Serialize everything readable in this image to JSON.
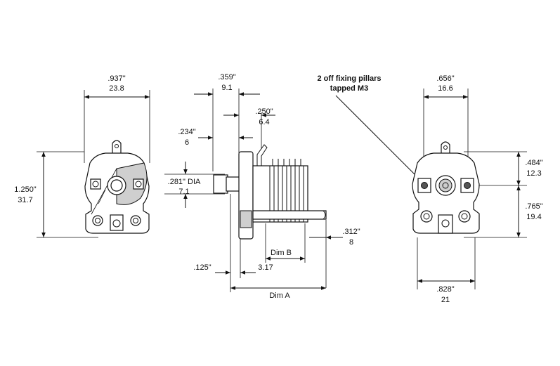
{
  "callout": {
    "line1": "2 off fixing pillars",
    "line2": "tapped M3"
  },
  "front_view": {
    "width_in": ".937\"",
    "width_mm": "23.8",
    "height_in": "1.250\"",
    "height_mm": "31.7"
  },
  "side_view": {
    "d359_in": ".359\"",
    "d359_mm": "9.1",
    "d250_in": ".250\"",
    "d250_mm": "6.4",
    "d234_in": ".234\"",
    "d234_mm": "6",
    "dia_in": ".281\" DIA",
    "dia_mm": "7.1",
    "d312_in": ".312\"",
    "d312_mm": "8",
    "d125_in": ".125\"",
    "dim_b": "Dim B",
    "d317": "3.17",
    "dim_a": "Dim A"
  },
  "rear_view": {
    "d656_in": ".656\"",
    "d656_mm": "16.6",
    "d484_in": ".484\"",
    "d484_mm": "12.3",
    "d765_in": ".765\"",
    "d765_mm": "19.4",
    "d828_in": ".828\"",
    "d828_mm": "21"
  }
}
